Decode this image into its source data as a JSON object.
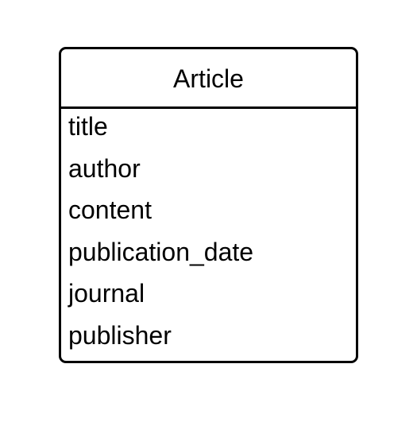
{
  "entity": {
    "title": "Article",
    "attributes": [
      "title",
      "author",
      "content",
      "publication_date",
      "journal",
      "publisher"
    ]
  }
}
